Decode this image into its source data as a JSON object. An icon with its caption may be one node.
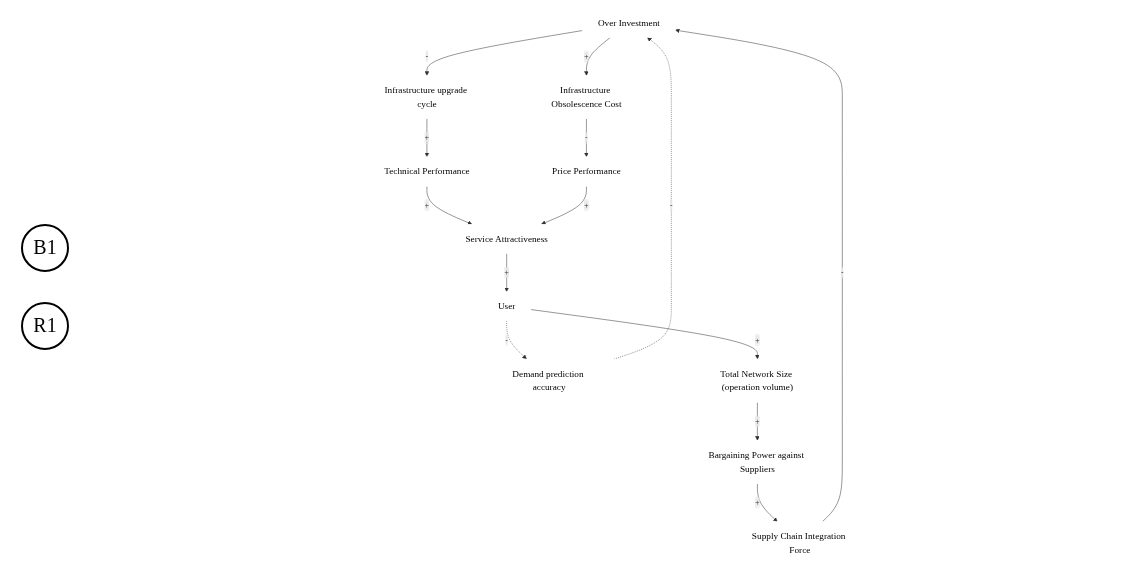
{
  "diagram": {
    "nodes": [
      {
        "text": [
          "Over Investment"
        ]
      },
      {
        "text": [
          "Infrastructure upgrade cycle"
        ]
      },
      {
        "text": [
          "Supply Chain Integration Force"
        ]
      },
      {
        "text": [
          "Demand prediction accuracy"
        ]
      },
      {
        "text": [
          "Infrastructure Obsolescence Cost"
        ]
      },
      {
        "text": [
          "Bargaining Power against Suppliers"
        ]
      },
      {
        "text": [
          "Technical Performance"
        ]
      },
      {
        "text": [
          "Price Performance"
        ]
      },
      {
        "text": [
          "Total Network Size (operation volume)"
        ]
      },
      {
        "text": [
          "Service Attractiveness"
        ]
      },
      {
        "text": [
          "User"
        ]
      }
    ],
    "edges": [
      {
        "from": 0,
        "to": 1,
        "arrow": "to",
        "label": "-"
      },
      {
        "from": 0,
        "to": 4,
        "arrow": "to",
        "label": "+"
      },
      {
        "from": 1,
        "to": 6,
        "arrow": "to",
        "label": "+"
      },
      {
        "from": 4,
        "to": 7,
        "arrow": "to",
        "label": "-"
      },
      {
        "from": 6,
        "to": 9,
        "arrow": "to",
        "label": "+"
      },
      {
        "from": 7,
        "to": 9,
        "arrow": "to",
        "label": "+"
      },
      {
        "from": 9,
        "to": 10,
        "arrow": "to",
        "label": "+"
      },
      {
        "from": 10,
        "to": 8,
        "arrow": "to",
        "label": "+"
      },
      {
        "from": 8,
        "to": 5,
        "arrow": "to",
        "label": "+"
      },
      {
        "from": 5,
        "to": 2,
        "arrow": "to",
        "label": "+"
      },
      {
        "from": 2,
        "to": 0,
        "arrow": "to",
        "label": "-"
      },
      {
        "from": 10,
        "to": 3,
        "arrow": "to",
        "label": "-",
        "style": "dashed"
      },
      {
        "from": 3,
        "to": 0,
        "arrow": "to",
        "label": "-",
        "style": "dashed"
      }
    ],
    "labels": [
      "B1",
      "R1"
    ]
  }
}
